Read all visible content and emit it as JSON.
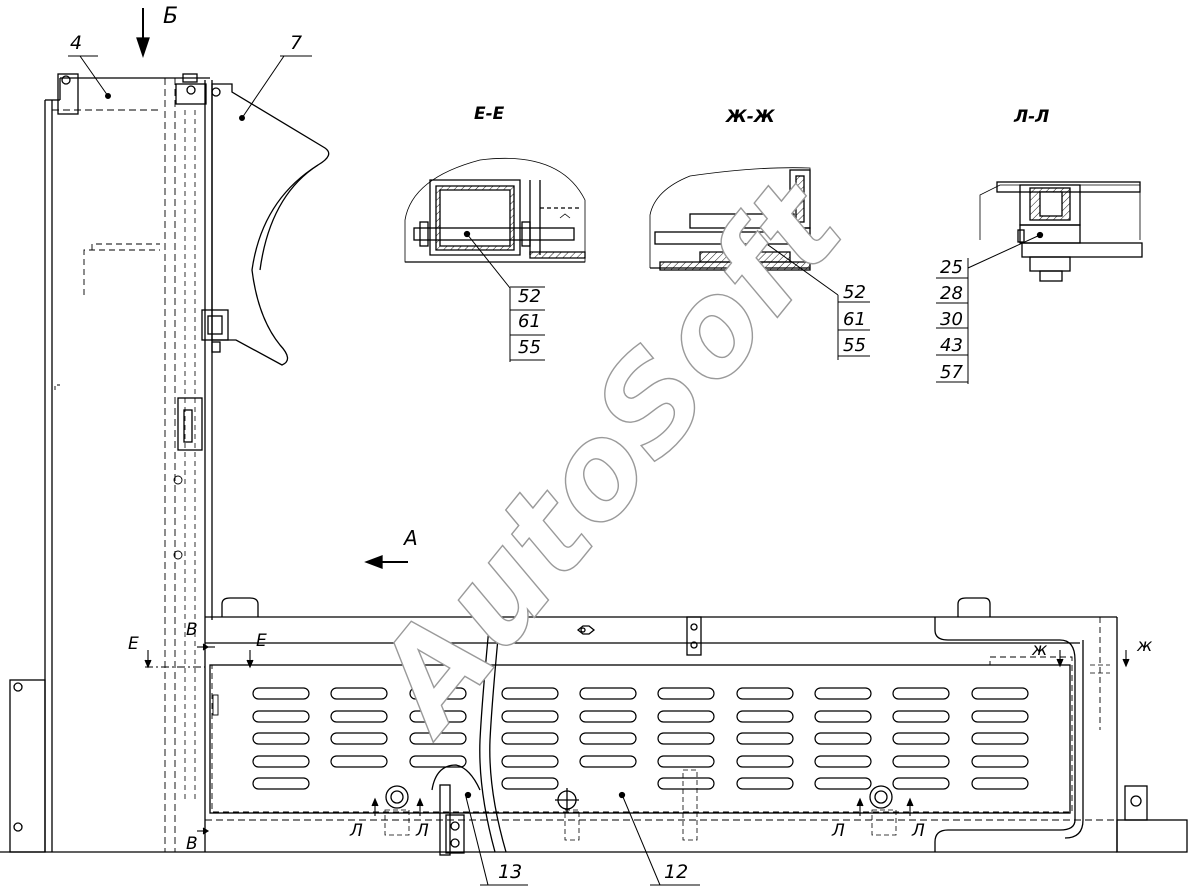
{
  "watermark": "AutoSoft",
  "sections": {
    "ee": {
      "title": "Е-Е",
      "callouts": [
        "52",
        "61",
        "55"
      ]
    },
    "zhzh": {
      "title": "Ж-Ж",
      "callouts": [
        "52",
        "61",
        "55"
      ]
    },
    "ll": {
      "title": "Л-Л",
      "callouts": [
        "25",
        "28",
        "30",
        "43",
        "57"
      ]
    }
  },
  "parts": {
    "p4": "4",
    "p7": "7",
    "p12": "12",
    "p13": "13"
  },
  "view_markers": {
    "b_top": "Б",
    "a": "А",
    "v_top": "В",
    "v_bottom": "В",
    "e_left": "Е",
    "e_right": "Е",
    "zh_left": "ж",
    "zh_right": "ж",
    "l1": "Л",
    "l2": "Л",
    "l3": "Л",
    "l4": "Л"
  }
}
